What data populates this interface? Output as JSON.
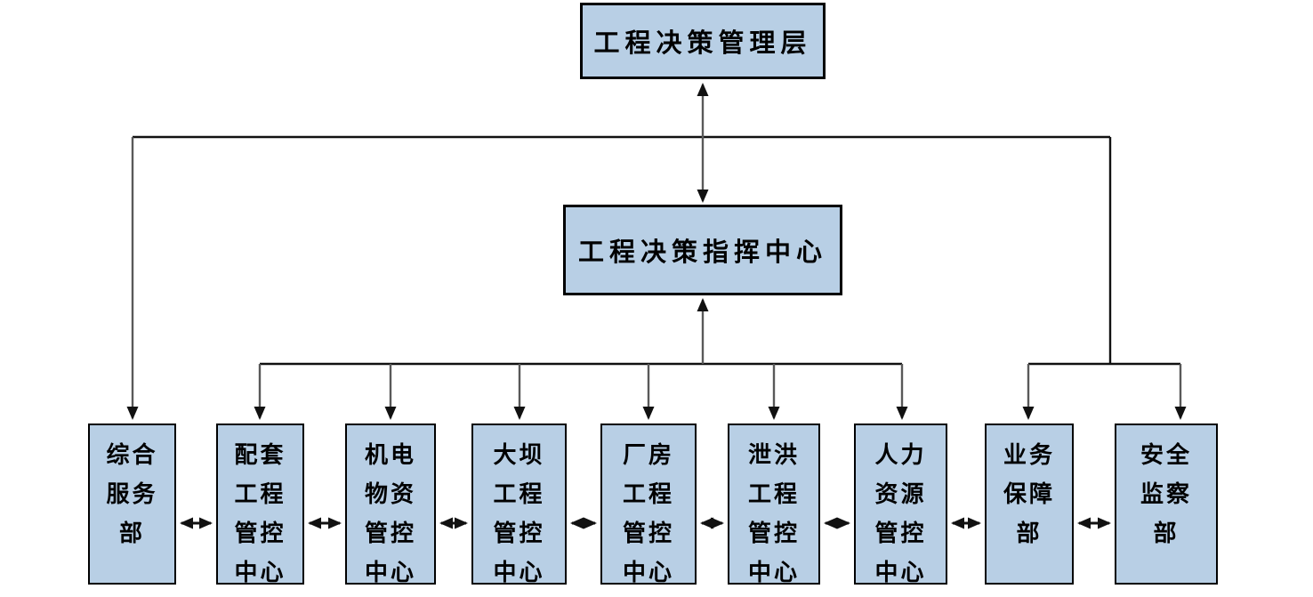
{
  "diagram": {
    "top_box": {
      "label": "工程决策管理层"
    },
    "center_box": {
      "label": "工程决策指挥中心"
    },
    "departments": [
      {
        "label": "综合\n服务\n部"
      },
      {
        "label": "配套\n工程\n管控\n中心"
      },
      {
        "label": "机电\n物资\n管控\n中心"
      },
      {
        "label": "大坝\n工程\n管控\n中心"
      },
      {
        "label": "厂房\n工程\n管控\n中心"
      },
      {
        "label": "泄洪\n工程\n管控\n中心"
      },
      {
        "label": "人力\n资源\n管控\n中心"
      },
      {
        "label": "业务\n保障\n部"
      },
      {
        "label": "安全\n监察\n部"
      }
    ],
    "colors": {
      "box_fill": "#b8cfe5",
      "box_border": "#000000",
      "connector_line": "#111111",
      "arrow_shaft": "#595959",
      "background": "#ffffff"
    }
  }
}
